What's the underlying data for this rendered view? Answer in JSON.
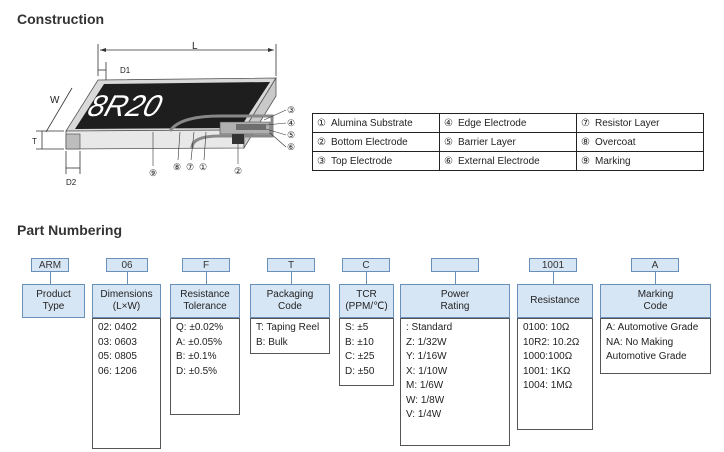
{
  "construction": {
    "title": "Construction",
    "diagram": {
      "L": "L",
      "W": "W",
      "T": "T",
      "D1": "D1",
      "D2": "D2",
      "marking": "8R20",
      "callouts_right": [
        "③",
        "④",
        "⑤",
        "⑥"
      ],
      "callouts_bottom": [
        "⑨",
        "⑧",
        "⑦",
        "①",
        "②"
      ]
    },
    "legend": [
      [
        {
          "num": "①",
          "label": "Alumina Substrate"
        },
        {
          "num": "④",
          "label": "Edge Electrode"
        },
        {
          "num": "⑦",
          "label": "Resistor Layer"
        }
      ],
      [
        {
          "num": "②",
          "label": "Bottom Electrode"
        },
        {
          "num": "⑤",
          "label": "Barrier Layer"
        },
        {
          "num": "⑧",
          "label": "Overcoat"
        }
      ],
      [
        {
          "num": "③",
          "label": "Top Electrode"
        },
        {
          "num": "⑥",
          "label": "External Electrode"
        },
        {
          "num": "⑨",
          "label": "Marking"
        }
      ]
    ]
  },
  "part_numbering": {
    "title": "Part Numbering",
    "columns": [
      {
        "code": "ARM",
        "header": [
          "Product",
          "Type"
        ],
        "options": []
      },
      {
        "code": "06",
        "header": [
          "Dimensions",
          "(L×W)"
        ],
        "options": [
          "02: 0402",
          "03: 0603",
          "05: 0805",
          "06: 1206"
        ]
      },
      {
        "code": "F",
        "header": [
          "Resistance",
          "Tolerance"
        ],
        "options": [
          "Q: ±0.02%",
          "A: ±0.05%",
          "B: ±0.1%",
          "D: ±0.5%"
        ]
      },
      {
        "code": "T",
        "header": [
          "Packaging",
          "Code"
        ],
        "options": [
          "T: Taping Reel",
          "B: Bulk"
        ]
      },
      {
        "code": "C",
        "header": [
          "TCR",
          "(PPM/℃)"
        ],
        "options": [
          "S: ±5",
          "B: ±10",
          "C: ±25",
          "D: ±50"
        ]
      },
      {
        "code": "",
        "header": [
          "Power",
          "Rating"
        ],
        "options": [
          ": Standard",
          "Z: 1/32W",
          "Y: 1/16W",
          "X: 1/10W",
          "M: 1/6W",
          "W: 1/8W",
          "V: 1/4W"
        ]
      },
      {
        "code": "1001",
        "header": [
          "Resistance"
        ],
        "options": [
          "0100: 10Ω",
          "10R2: 10.2Ω",
          "1000:100Ω",
          "1001: 1KΩ",
          "1004: 1MΩ"
        ]
      },
      {
        "code": "A",
        "header": [
          "Marking",
          "Code"
        ],
        "options": [
          "A: Automotive Grade",
          "NA: No Making",
          "Automotive Grade"
        ]
      }
    ]
  }
}
